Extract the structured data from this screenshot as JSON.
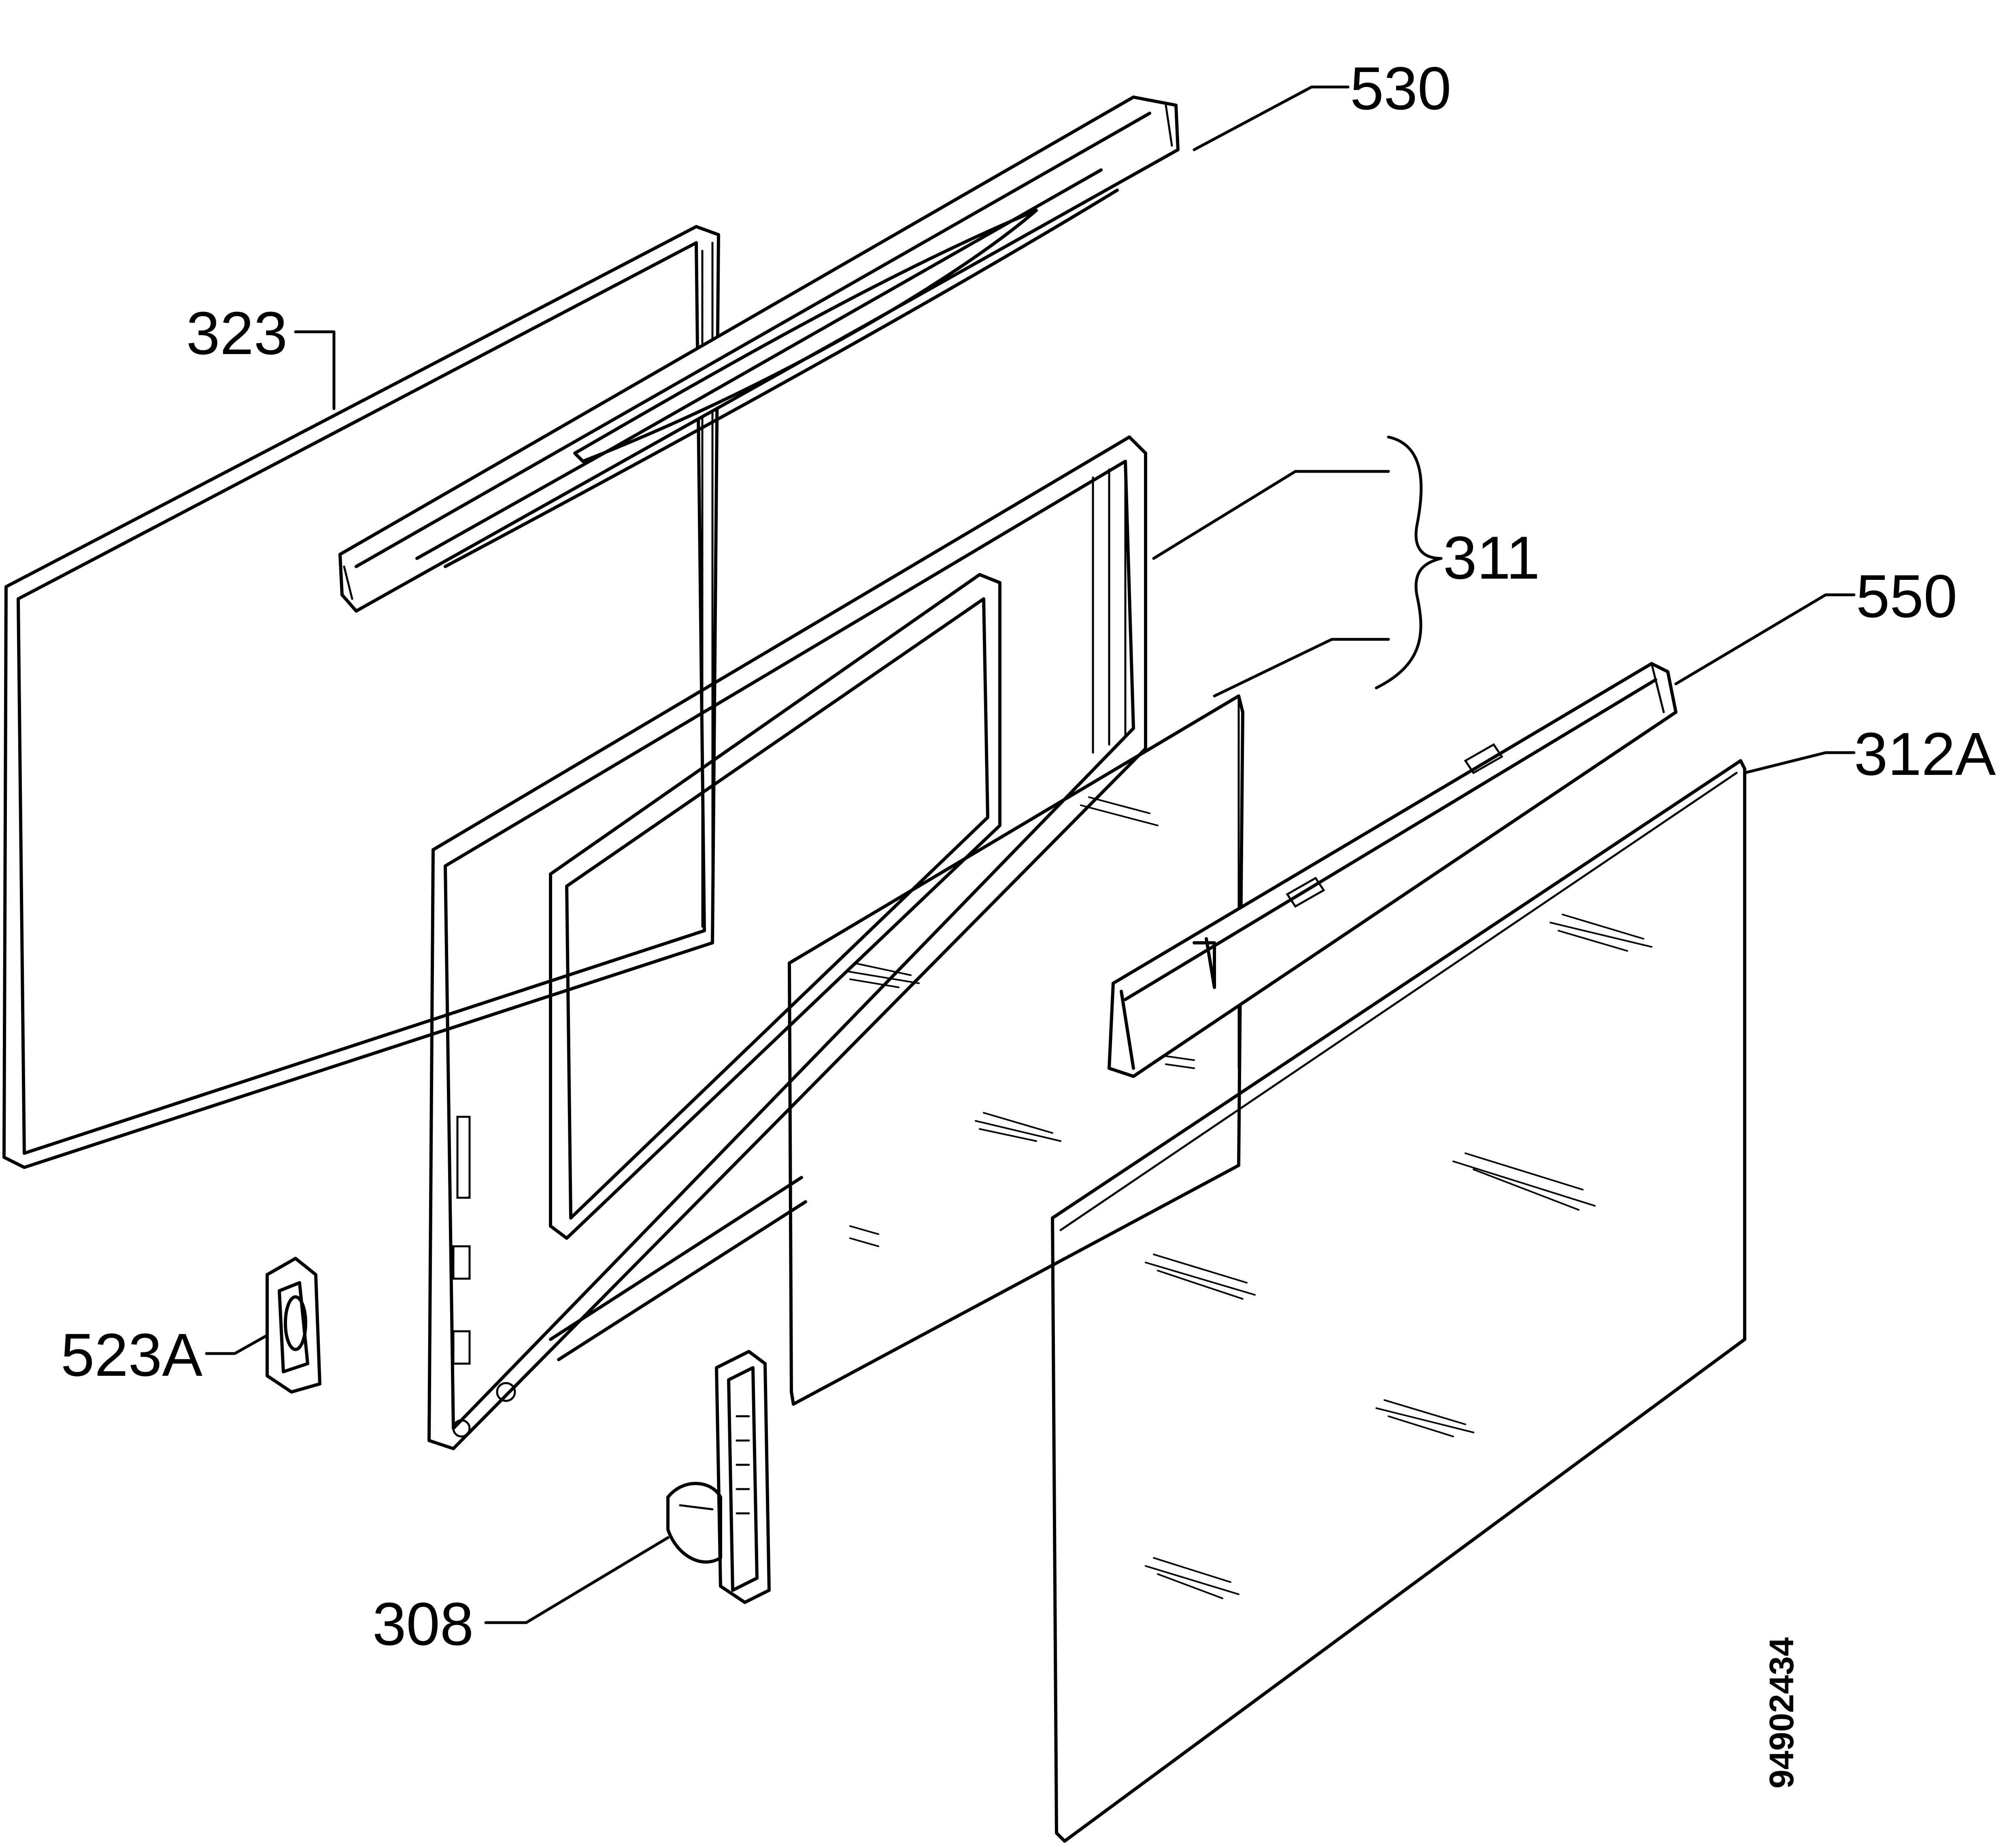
{
  "callouts": {
    "c530": "530",
    "c323": "323",
    "c311": "311",
    "c550": "550",
    "c312a": "312A",
    "c523a": "523A",
    "c308": "308"
  },
  "document_number": "94902434"
}
